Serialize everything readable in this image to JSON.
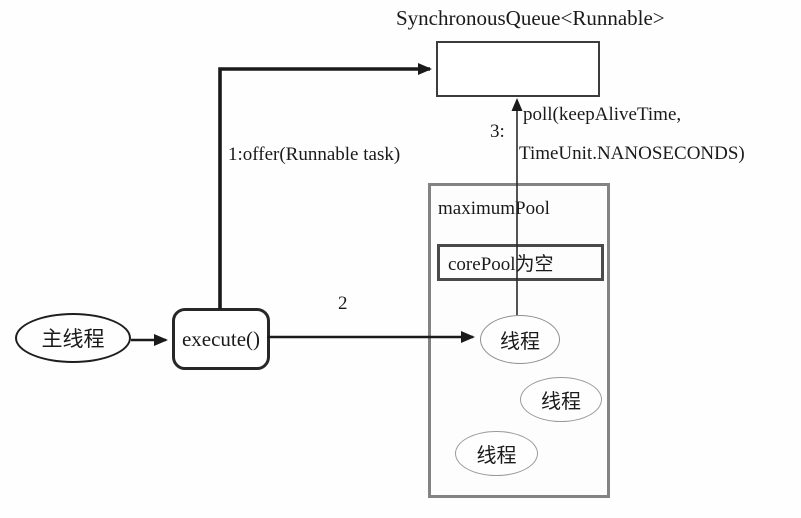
{
  "diagram": {
    "title": "SynchronousQueue&lt;Runnable&gt;",
    "title_text": "SynchronousQueue<Runnable>",
    "labels": {
      "offer": "1:offer(Runnable task)",
      "step2": "2",
      "step3": "3:",
      "poll_line1": "poll(keepAliveTime,",
      "poll_line2": "TimeUnit.NANOSECONDS)"
    },
    "nodes": {
      "main_thread": "主线程",
      "execute": "execute()",
      "maximum_pool": "maximumPool",
      "core_pool": "corePool为空"
    },
    "threads": [
      {
        "label": "线程"
      },
      {
        "label": "线程"
      },
      {
        "label": "线程"
      }
    ],
    "colors": {
      "line": "#1a1a1a",
      "thin_line": "#2a2a2a",
      "queue_border": "#3c3c3c",
      "pool_border": "#838383",
      "corepool_border": "#4a4a4a",
      "thread_border": "#909090",
      "background": "#fefefe"
    }
  }
}
